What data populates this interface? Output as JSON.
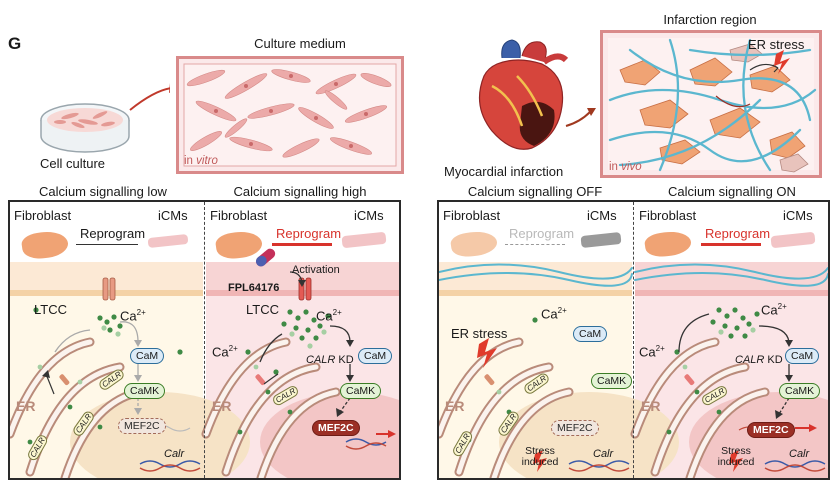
{
  "panel_letter": "G",
  "top": {
    "culture_medium_title": "Culture medium",
    "cell_culture_label": "Cell culture",
    "in_vitro_prefix": "in ",
    "in_vitro_italic": "vitro",
    "infarction_region_title": "Infarction region",
    "myocardial_infarction_label": "Myocardial infarction",
    "er_stress_label": "ER stress",
    "in_vivo_prefix": "in ",
    "in_vivo_italic": "vivo"
  },
  "left_box": {
    "low": {
      "title": "Calcium signalling low",
      "fibroblast": "Fibroblast",
      "icms": "iCMs",
      "reprogram": "Reprogram",
      "ltcc": "LTCC",
      "ca": "Ca",
      "ca_sup": "2+",
      "cam": "CaM",
      "camk": "CaMK",
      "er": "ER",
      "mef2c": "MEF2C",
      "calr_gene": "Calr",
      "calr_tag": "CALR"
    },
    "high": {
      "title": "Calcium signalling high",
      "fibroblast": "Fibroblast",
      "icms": "iCMs",
      "reprogram": "Reprogram",
      "drug": "FPL64176",
      "activation": "Activation",
      "ltcc": "LTCC",
      "ca": "Ca",
      "ca_sup": "2+",
      "ca_left": "Ca",
      "cam": "CaM",
      "camk": "CaMK",
      "calr_kd_italic": "CALR",
      "calr_kd_suffix": " KD",
      "er": "ER",
      "mef2c": "MEF2C",
      "calr_tag": "CALR"
    }
  },
  "right_box": {
    "off": {
      "title": "Calcium signalling OFF",
      "fibroblast": "Fibroblast",
      "icms": "iCMs",
      "reprogram": "Reprogram",
      "ca": "Ca",
      "ca_sup": "2+",
      "er_stress": "ER stress",
      "cam": "CaM",
      "camk": "CaMK",
      "er": "ER",
      "mef2c": "MEF2C",
      "stress_induced": "Stress induced",
      "calr_gene": "Calr",
      "calr_tag": "CALR"
    },
    "on": {
      "title": "Calcium signalling ON",
      "fibroblast": "Fibroblast",
      "icms": "iCMs",
      "reprogram": "Reprogram",
      "ca": "Ca",
      "ca_sup": "2+",
      "ca_left": "Ca",
      "calr_kd_italic": "CALR",
      "calr_kd_suffix": " KD",
      "cam": "CaM",
      "camk": "CaMK",
      "er": "ER",
      "mef2c": "MEF2C",
      "stress_induced": "Stress induced",
      "calr_gene": "Calr",
      "calr_tag": "CALR"
    }
  },
  "colors": {
    "vitro_frame": "#d98a8a",
    "vitro_fill": "#fbe9ea",
    "fibroblast": "#f0a374",
    "icm": "#f2c4c6",
    "reprogram_red": "#d8332c",
    "reprogram_grey": "#b9b9b9",
    "ltcc": "#e79a83",
    "ca_green": "#3f8a45",
    "ca_light": "#a6cfa3",
    "er_brown": "#b98b7a",
    "mef2c_dark": "#9b2f25",
    "fibre_blue": "#5bb7cf",
    "low_bg": "#fff8e8",
    "high_bg": "#fbe5e7"
  }
}
